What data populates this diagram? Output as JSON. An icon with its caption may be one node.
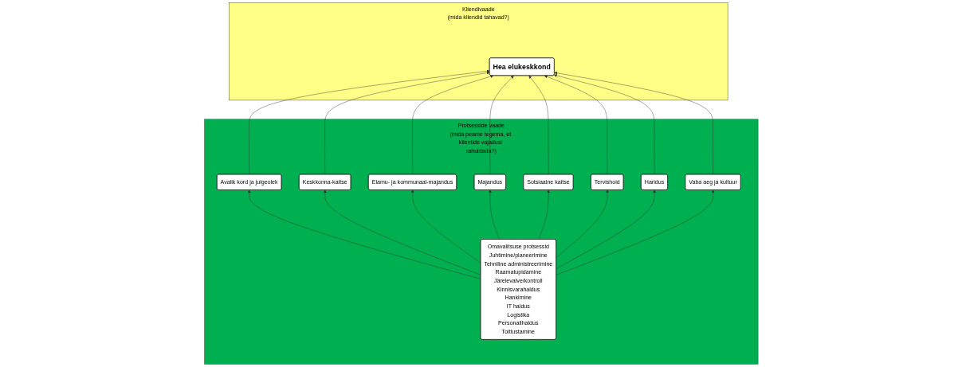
{
  "diagram": {
    "nodes": [
      {
        "text": [
          "Kliendivaade",
          "(mida kliendid tahavad?)"
        ]
      },
      {
        "text": [
          "Hea elukeskkond"
        ],
        "in": 0
      },
      {
        "text": [
          "Protsesside vaade",
          "(mida peame tegema, et klientide vajadusi rahuldada?)"
        ]
      },
      {
        "text": [
          "Avalik kord ja julgeolek"
        ],
        "in": 2
      },
      {
        "text": [
          "Keskkonna-kaitse"
        ],
        "in": 2
      },
      {
        "text": [
          "Elamu- ja kommunaal-majandus"
        ],
        "in": 2
      },
      {
        "text": [
          "Majandus"
        ],
        "in": 2
      },
      {
        "text": [
          "Sotsiaalne kaitse"
        ],
        "in": 2
      },
      {
        "text": [
          "Tervishoid"
        ],
        "in": 2
      },
      {
        "text": [
          "Haridus"
        ],
        "in": 2
      },
      {
        "text": [
          "Vaba aeg ja kultuur"
        ],
        "in": 2
      },
      {
        "text": [
          "Omavalitsuse protsessid",
          "Juhtimine/planeerimine",
          "Tehniline administreerimine",
          "Raamatupidamine",
          "Järelevalve/kontroll",
          "Kinnisvarahaldus",
          "Hankimine",
          "IT haldus",
          "Logistika",
          "Personalihaldus",
          "Toitlustamine"
        ],
        "in": 2
      }
    ],
    "edges": [
      {
        "from": 3,
        "to": 1,
        "arrow": "to"
      },
      {
        "from": 4,
        "to": 1,
        "arrow": "to"
      },
      {
        "from": 5,
        "to": 1,
        "arrow": "to"
      },
      {
        "from": 6,
        "to": 1,
        "arrow": "to"
      },
      {
        "from": 7,
        "to": 1,
        "arrow": "to"
      },
      {
        "from": 8,
        "to": 1,
        "arrow": "to"
      },
      {
        "from": 9,
        "to": 1,
        "arrow": "to"
      },
      {
        "from": 10,
        "to": 1,
        "arrow": "to"
      },
      {
        "from": 11,
        "to": 3,
        "arrow": "to"
      },
      {
        "from": 11,
        "to": 4,
        "arrow": "to"
      },
      {
        "from": 11,
        "to": 5,
        "arrow": "to"
      },
      {
        "from": 11,
        "to": 6,
        "arrow": "to"
      },
      {
        "from": 11,
        "to": 7,
        "arrow": "to"
      },
      {
        "from": 11,
        "to": 8,
        "arrow": "to"
      },
      {
        "from": 11,
        "to": 9,
        "arrow": "to"
      },
      {
        "from": 11,
        "to": 10,
        "arrow": "to"
      }
    ]
  }
}
